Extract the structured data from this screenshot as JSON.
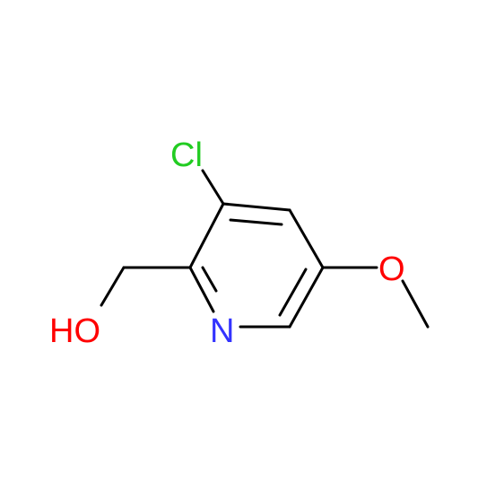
{
  "molecule": {
    "atoms": {
      "chlorine": {
        "label": "Cl",
        "color": "#22cc22"
      },
      "nitrogen": {
        "label": "N",
        "color": "#3333ff"
      },
      "hydroxyl": {
        "label": "HO",
        "color": "#ff0000"
      },
      "ether_oxygen": {
        "label": "O",
        "color": "#ff0000"
      }
    },
    "bond_color": "#000000"
  }
}
